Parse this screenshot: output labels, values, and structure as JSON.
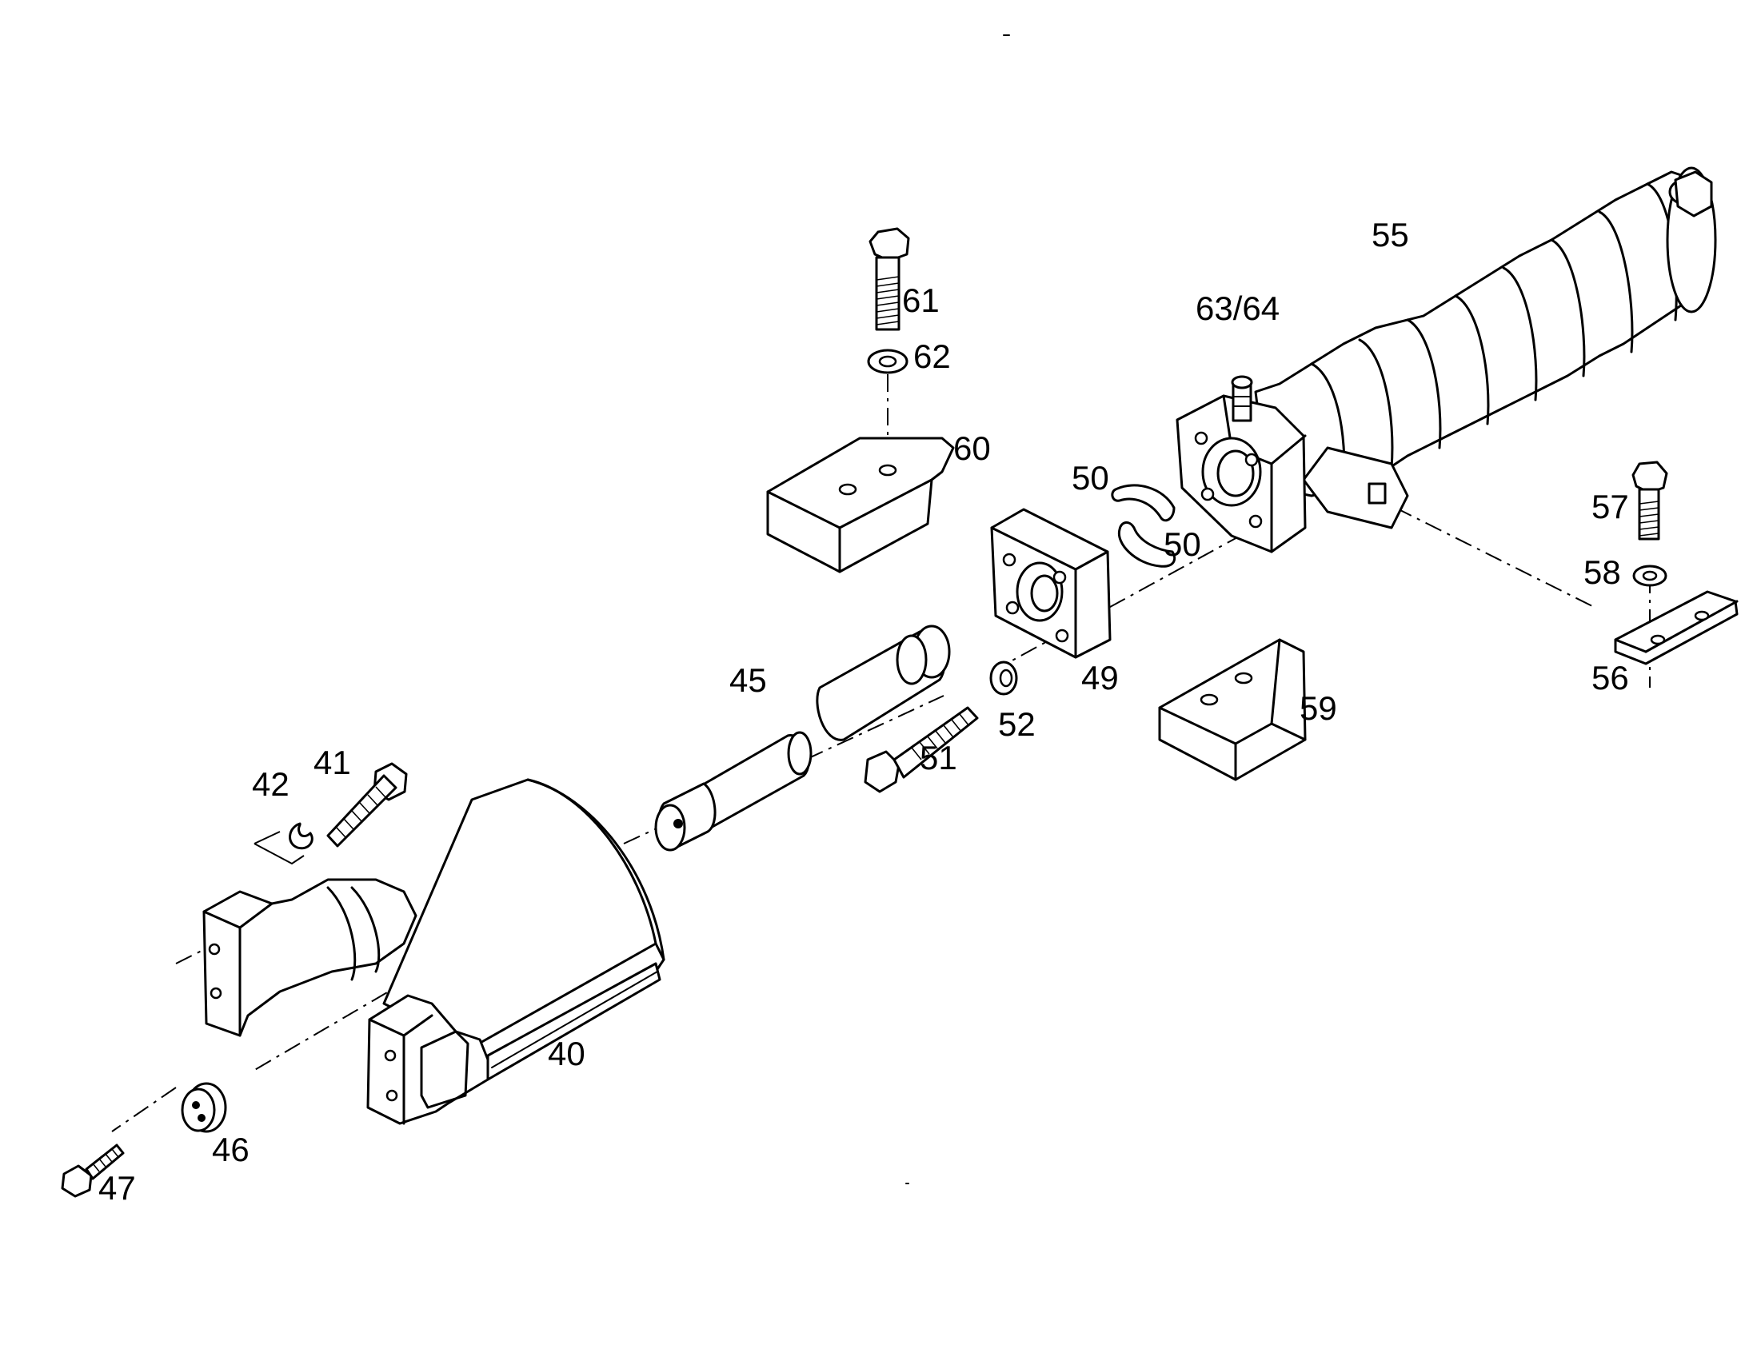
{
  "callouts": {
    "c40": "40",
    "c41": "41",
    "c42": "42",
    "c45": "45",
    "c46": "46",
    "c47": "47",
    "c49": "49",
    "c50a": "50",
    "c50b": "50",
    "c51": "51",
    "c52": "52",
    "c55": "55",
    "c56": "56",
    "c57": "57",
    "c58": "58",
    "c59": "59",
    "c60": "60",
    "c61": "61",
    "c62": "62",
    "c63_64": "63/64"
  }
}
